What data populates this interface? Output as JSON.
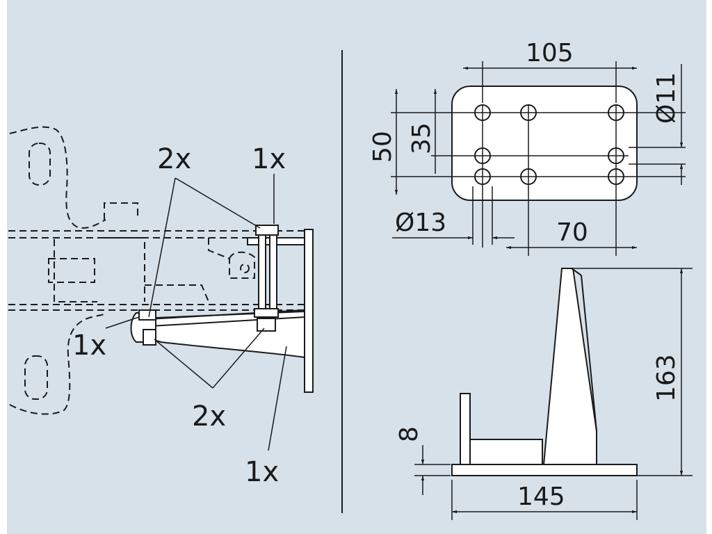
{
  "colors": {
    "background": "#d6e1ea",
    "part_fill": "#ffffff",
    "line": "#1a1a1a"
  },
  "assembly_view": {
    "callouts": {
      "top_left_qty": "2x",
      "top_right_qty": "1x",
      "mid_left_qty": "1x",
      "bottom_mid_qty": "2x",
      "bottom_right_qty": "1x"
    }
  },
  "plate_view": {
    "width": "105",
    "height_outer": "50",
    "height_inner": "35",
    "hole_dia_small": "Ø11",
    "hole_dia_large": "Ø13",
    "hole_spacing": "70"
  },
  "side_view": {
    "height": "163",
    "plate_thickness": "8",
    "base_length": "145"
  }
}
